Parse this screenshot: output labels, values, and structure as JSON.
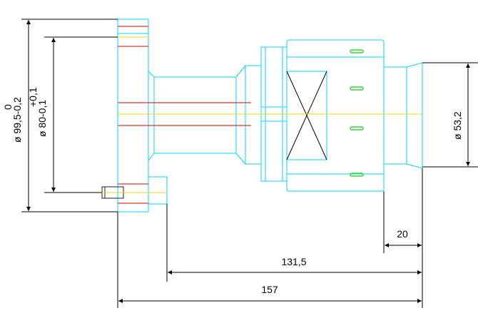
{
  "colors": {
    "part_outline": "#00d8ff",
    "centerline": "#e8d800",
    "hidden_line": "#d40000",
    "mark": "#33dd33",
    "dimension": "#000000",
    "background": "#ffffff"
  },
  "dimensions": {
    "outer_diameter": {
      "text": "ø 99,5-0,2",
      "tol_upper": "0"
    },
    "pilot_diameter": {
      "text": "ø 80-0,1",
      "tol_upper": "+0,1"
    },
    "shaft_diameter": {
      "text": "ø 53,2"
    },
    "overall_length": {
      "text": "157"
    },
    "length_from_pin": {
      "text": "131,5"
    },
    "shaft_length": {
      "text": "20"
    }
  }
}
